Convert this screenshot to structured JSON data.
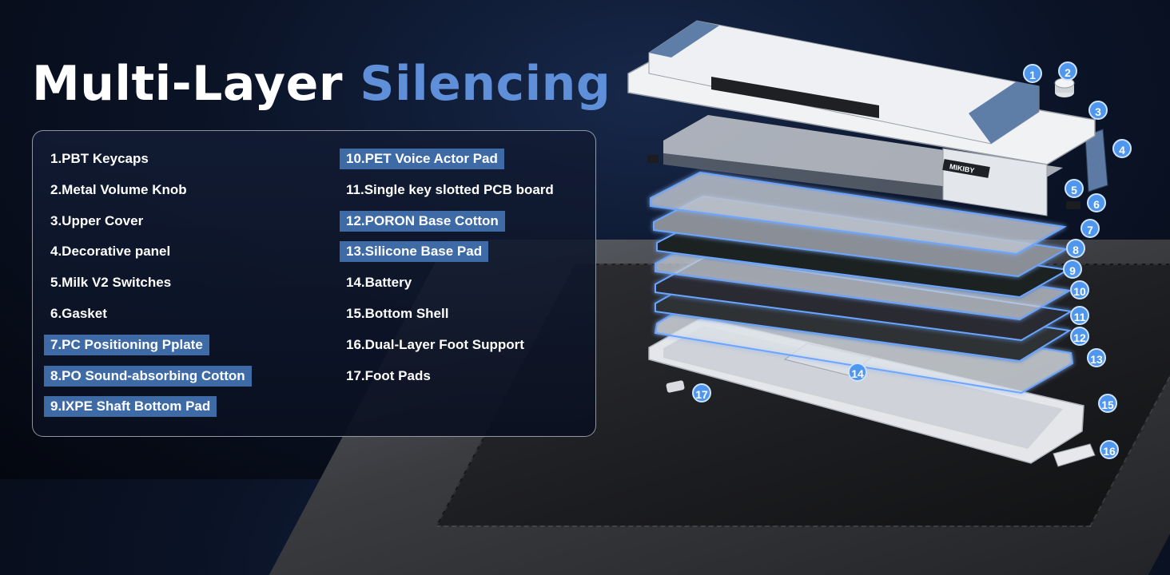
{
  "title": {
    "part1": "Multi-Layer ",
    "part2": "Silencing"
  },
  "list": {
    "left": [
      {
        "label": "1.PBT Keycaps",
        "highlight": false
      },
      {
        "label": "2.Metal Volume Knob",
        "highlight": false
      },
      {
        "label": "3.Upper Cover",
        "highlight": false
      },
      {
        "label": "4.Decorative panel",
        "highlight": false
      },
      {
        "label": "5.Milk V2 Switches",
        "highlight": false
      },
      {
        "label": "6.Gasket",
        "highlight": false
      },
      {
        "label": "7.PC Positioning Pplate",
        "highlight": true
      },
      {
        "label": "8.PO Sound-absorbing Cotton",
        "highlight": true
      },
      {
        "label": "9.IXPE Shaft Bottom Pad",
        "highlight": true
      }
    ],
    "right": [
      {
        "label": "10.PET Voice Actor Pad",
        "highlight": true
      },
      {
        "label": "11.Single key slotted PCB board",
        "highlight": false
      },
      {
        "label": "12.PORON Base Cotton",
        "highlight": true
      },
      {
        "label": "13.Silicone Base Pad",
        "highlight": true
      },
      {
        "label": "14.Battery",
        "highlight": false
      },
      {
        "label": "15.Bottom Shell",
        "highlight": false
      },
      {
        "label": "16.Dual-Layer Foot Support",
        "highlight": false
      },
      {
        "label": "17.Foot Pads",
        "highlight": false
      }
    ]
  },
  "brand": "MIKIBY",
  "badges": [
    "1",
    "2",
    "3",
    "4",
    "5",
    "6",
    "7",
    "8",
    "9",
    "10",
    "11",
    "12",
    "13",
    "14",
    "15",
    "16",
    "17"
  ],
  "colors": {
    "accent": "#5f8fd8",
    "highlight": "#3e6aa6",
    "badge": "#4f97ee",
    "glow": "#6aa6ff"
  }
}
